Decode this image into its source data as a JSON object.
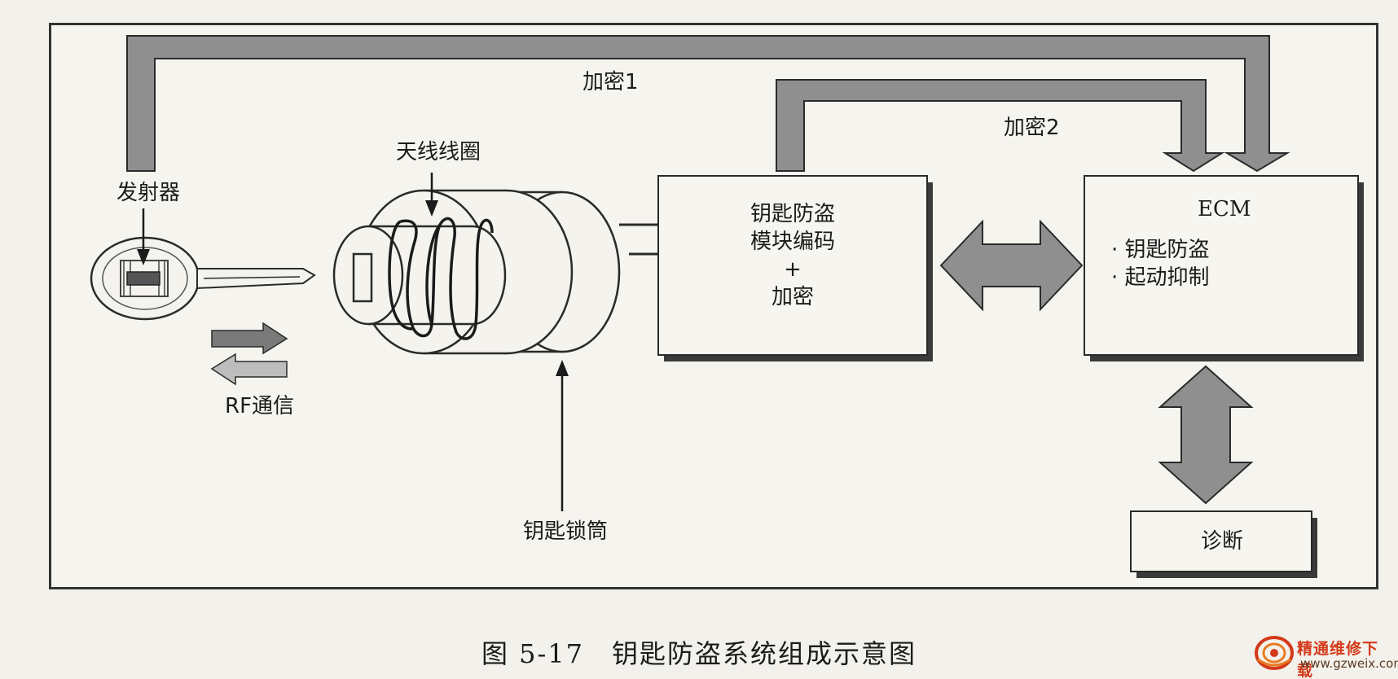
{
  "diagram": {
    "labels": {
      "encryption1": "加密1",
      "encryption2": "加密2",
      "antenna_coil": "天线线圈",
      "transmitter": "发射器",
      "rf_communication": "RF通信",
      "key_cylinder": "钥匙锁筒"
    },
    "immobilizer_module": {
      "line1": "钥匙防盗",
      "line2": "模块编码",
      "line3": "+",
      "line4": "加密"
    },
    "ecm": {
      "title": "ECM",
      "item1": "· 钥匙防盗",
      "item2": "· 起动抑制"
    },
    "diagnosis": {
      "label": "诊断"
    },
    "caption": "图 5-17　钥匙防盗系统组成示意图"
  },
  "watermark": {
    "line1": "精通维修下载",
    "line2": "www.gzweix.com"
  },
  "colors": {
    "arrow_fill": "#8f8f8f",
    "arrow_stroke": "#2a2a2a",
    "box_fill": "#f6f5f0",
    "box_shadow": "#3a3a3a",
    "rf_arrow_dark": "#7a7a7a",
    "rf_arrow_light": "#bdbdbd",
    "watermark_red": "#d43a1a"
  }
}
